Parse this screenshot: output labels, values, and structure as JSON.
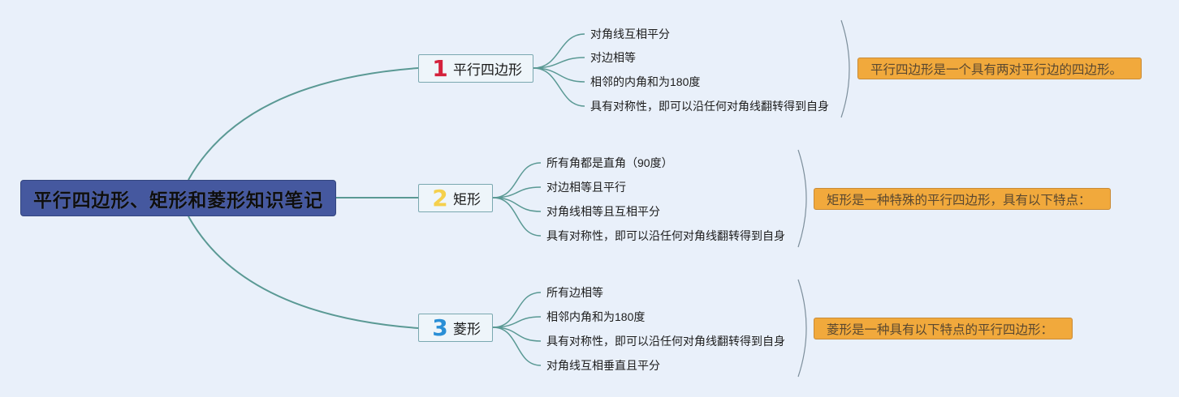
{
  "root": {
    "title": "平行四边形、矩形和菱形知识笔记"
  },
  "branches": [
    {
      "number": "1",
      "label": "平行四边形",
      "number_color": "#d4213c",
      "items": [
        "对角线互相平分",
        "对边相等",
        "相邻的内角和为180度",
        "具有对称性，即可以沿任何对角线翻转得到自身"
      ],
      "summary": "平行四边形是一个具有两对平行边的四边形。"
    },
    {
      "number": "2",
      "label": "矩形",
      "number_color": "#f5d04c",
      "items": [
        "所有角都是直角（90度）",
        "对边相等且平行",
        "对角线相等且互相平分",
        "具有对称性，即可以沿任何对角线翻转得到自身"
      ],
      "summary": "矩形是一种特殊的平行四边形，具有以下特点："
    },
    {
      "number": "3",
      "label": "菱形",
      "number_color": "#2a8fd6",
      "items": [
        "所有边相等",
        "相邻内角和为180度",
        "具有对称性，即可以沿任何对角线翻转得到自身",
        "对角线互相垂直且平分"
      ],
      "summary": "菱形是一种具有以下特点的平行四边形："
    }
  ],
  "colors": {
    "background": "#e9f0fa",
    "root_fill": "#45589f",
    "connector": "#5a9994",
    "bracket": "#7d8f9c",
    "summary_fill": "#f1a93c"
  }
}
